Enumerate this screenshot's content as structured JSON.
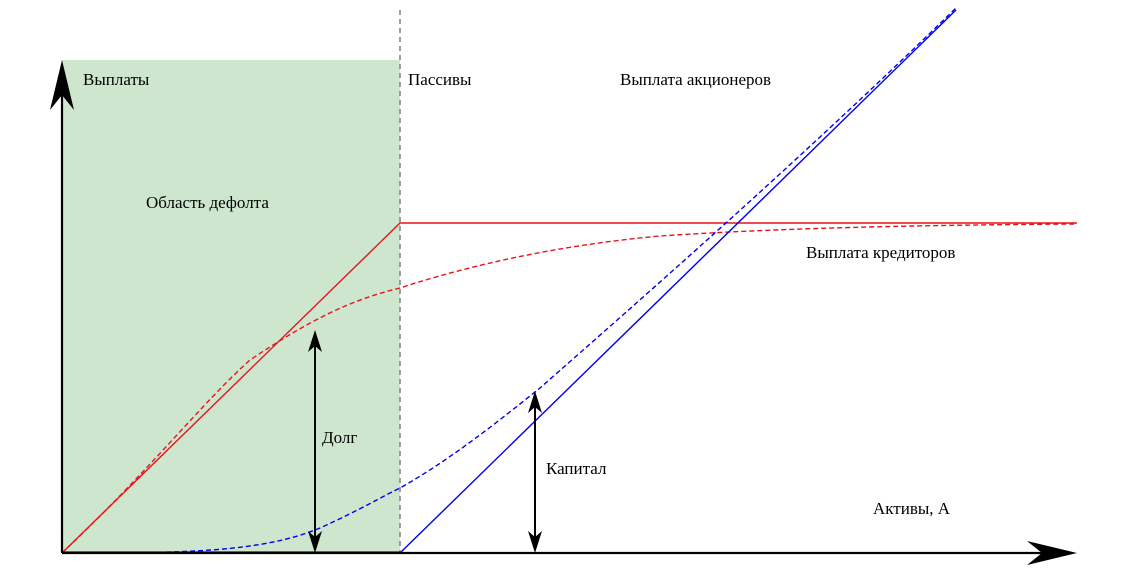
{
  "labels": {
    "y_axis": "Выплаты",
    "liabilities": "Пассивы",
    "shareholder_payoff": "Выплата акционеров",
    "default_region": "Область дефолта",
    "creditor_payoff": "Выплата кредиторов",
    "debt": "Долг",
    "equity": "Капитал",
    "x_axis": "Активы, A"
  },
  "colors": {
    "creditor": "#e8141a",
    "shareholder": "#0000ee",
    "default_region": "#cde6cd",
    "liabilities_line": "#808080",
    "axis": "#000000"
  }
}
